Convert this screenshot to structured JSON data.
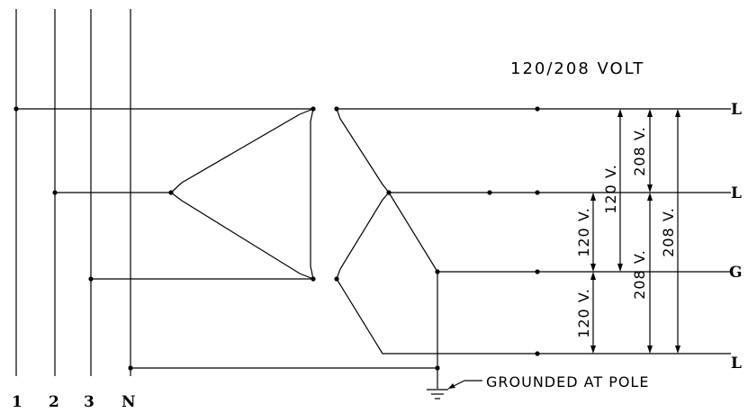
{
  "title": "120/208 VOLT",
  "bus_labels": [
    "1",
    "2",
    "3",
    "N"
  ],
  "output_labels": [
    "L",
    "L",
    "G",
    "L"
  ],
  "ground_note": "GROUNDED AT POLE",
  "voltage_labels": {
    "v120_upper": "120 V.",
    "v120_lower": "120 V.",
    "v120_long": "120 V.",
    "v208_top": "208 V.",
    "v208_mid": "208 V.",
    "v208_outer": "208 V."
  }
}
